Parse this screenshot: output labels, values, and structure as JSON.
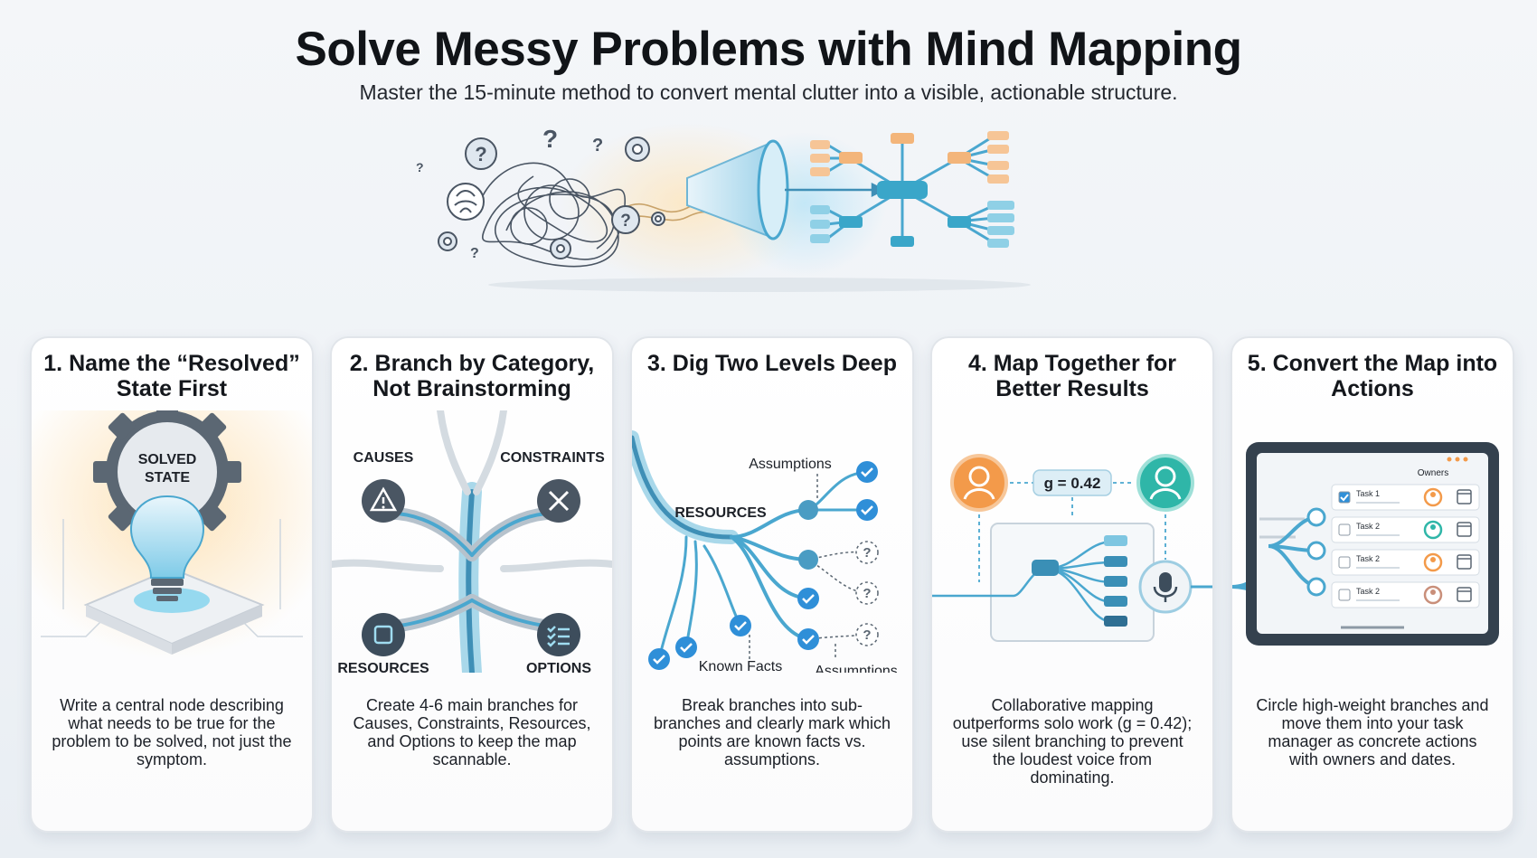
{
  "header": {
    "title": "Solve Messy Problems with Mind Mapping",
    "subtitle": "Master the 15-minute method to convert mental clutter into a visible, actionable structure."
  },
  "colors": {
    "accent": "#3aa6c9",
    "teal": "#2fb6a8",
    "orange": "#f39a4a",
    "dark": "#3d4a57",
    "check": "#2f8fd8"
  },
  "steps": [
    {
      "title": "1. Name the “Resolved” State First",
      "badge": "SOLVED STATE",
      "description": "Write a central node describing what needs to be true for the problem to be solved, not just the symptom."
    },
    {
      "title": "2. Branch by Category, Not Brainstorming",
      "labels": {
        "causes": "CAUSES",
        "constraints": "CONSTRAINTS",
        "resources": "RESOURCES",
        "options": "OPTIONS"
      },
      "description": "Create 4-6 main branches for Causes, Constraints, Resources, and Options to keep the map scannable."
    },
    {
      "title": "3. Dig Two Levels Deep",
      "labels": {
        "assumptions_top": "Assumptions",
        "resources": "RESOURCES",
        "known_facts": "Known Facts",
        "assumptions_bottom": "Assumptions"
      },
      "description": "Break branches into sub-branches and clearly mark which points are known facts vs. assumptions."
    },
    {
      "title": "4. Map Together for Better Results",
      "effect": "g = 0.42",
      "description": "Collaborative mapping outperforms solo work (g = 0.42); use silent branching to prevent the loudest voice from dominating."
    },
    {
      "title": "5. Convert the Map into Actions",
      "owners_label": "Owners",
      "tasks": [
        {
          "label": "Task 1",
          "done": true
        },
        {
          "label": "Task 2",
          "done": false
        },
        {
          "label": "Task 2",
          "done": false
        },
        {
          "label": "Task 2",
          "done": false
        }
      ],
      "description": "Circle high-weight branches and move them into your task manager as concrete actions with owners and dates."
    }
  ],
  "icons": [
    "question-icon",
    "gear-icon",
    "brain-icon",
    "funnel-icon",
    "arrow-icon",
    "lightbulb-icon",
    "warning-icon",
    "close-icon",
    "puzzle-icon",
    "checklist-icon",
    "check-icon",
    "user-icon",
    "microphone-icon",
    "calendar-icon",
    "checkbox-icon"
  ]
}
